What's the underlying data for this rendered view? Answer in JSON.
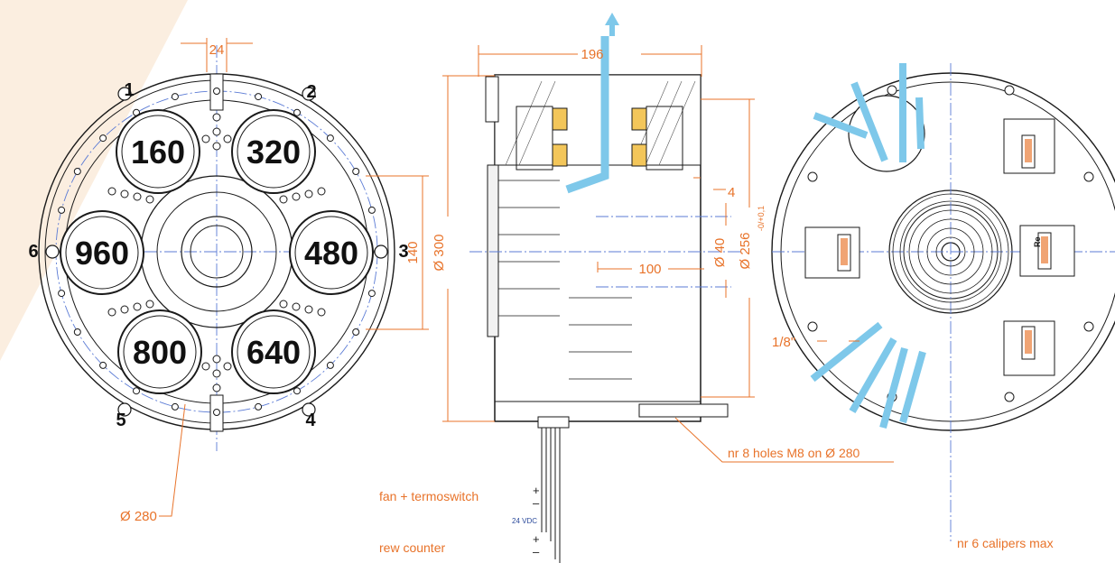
{
  "front_view": {
    "positions": [
      {
        "label": "1"
      },
      {
        "label": "2"
      },
      {
        "label": "3"
      },
      {
        "label": "4"
      },
      {
        "label": "5"
      },
      {
        "label": "6"
      }
    ],
    "ratings": [
      "160",
      "320",
      "480",
      "640",
      "800",
      "960"
    ],
    "dim_24": "24",
    "dim_140": "140",
    "dim_280": "Ø 280"
  },
  "side_view": {
    "dim_196": "196",
    "dim_300": "Ø 300",
    "dim_100": "100",
    "dim_40": "Ø 40",
    "dim_256": "Ø 256",
    "tol_256": "-0/+0,1",
    "dim_4": "4",
    "holes_note": "nr 8 holes M8 on Ø 280",
    "fan_label": "fan + termoswitch",
    "voltage_label": "24 VDC",
    "counter_label": "rew counter"
  },
  "rear_view": {
    "dim_18": "1/8\"",
    "calipers_note": "nr 6 calipers max",
    "brand_text": "Re"
  },
  "colors": {
    "accent": "#e8732a",
    "airflow": "#7ec8ea",
    "centerline": "#5b7bd5",
    "outline": "#1a1a1a",
    "background_tint": "#fbeee0"
  }
}
